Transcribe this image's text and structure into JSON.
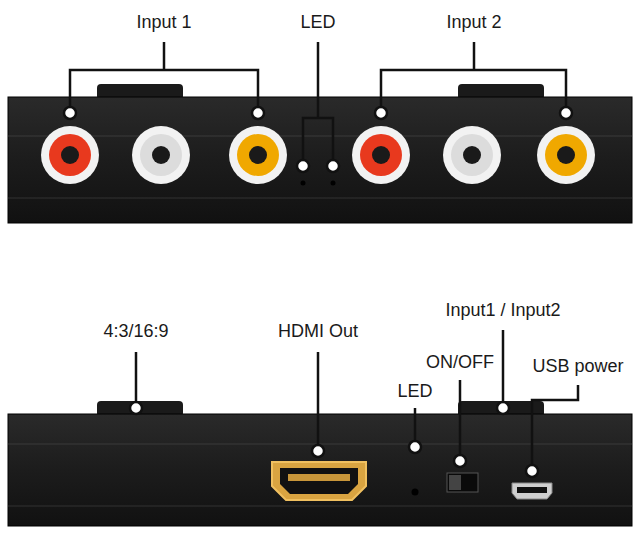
{
  "diagram": {
    "labels": [
      "Input 1",
      "LED",
      "Input 2",
      "4:3/16:9",
      "HDMI Out",
      "LED",
      "Input1 / Input2",
      "ON/OFF",
      "USB power"
    ]
  }
}
